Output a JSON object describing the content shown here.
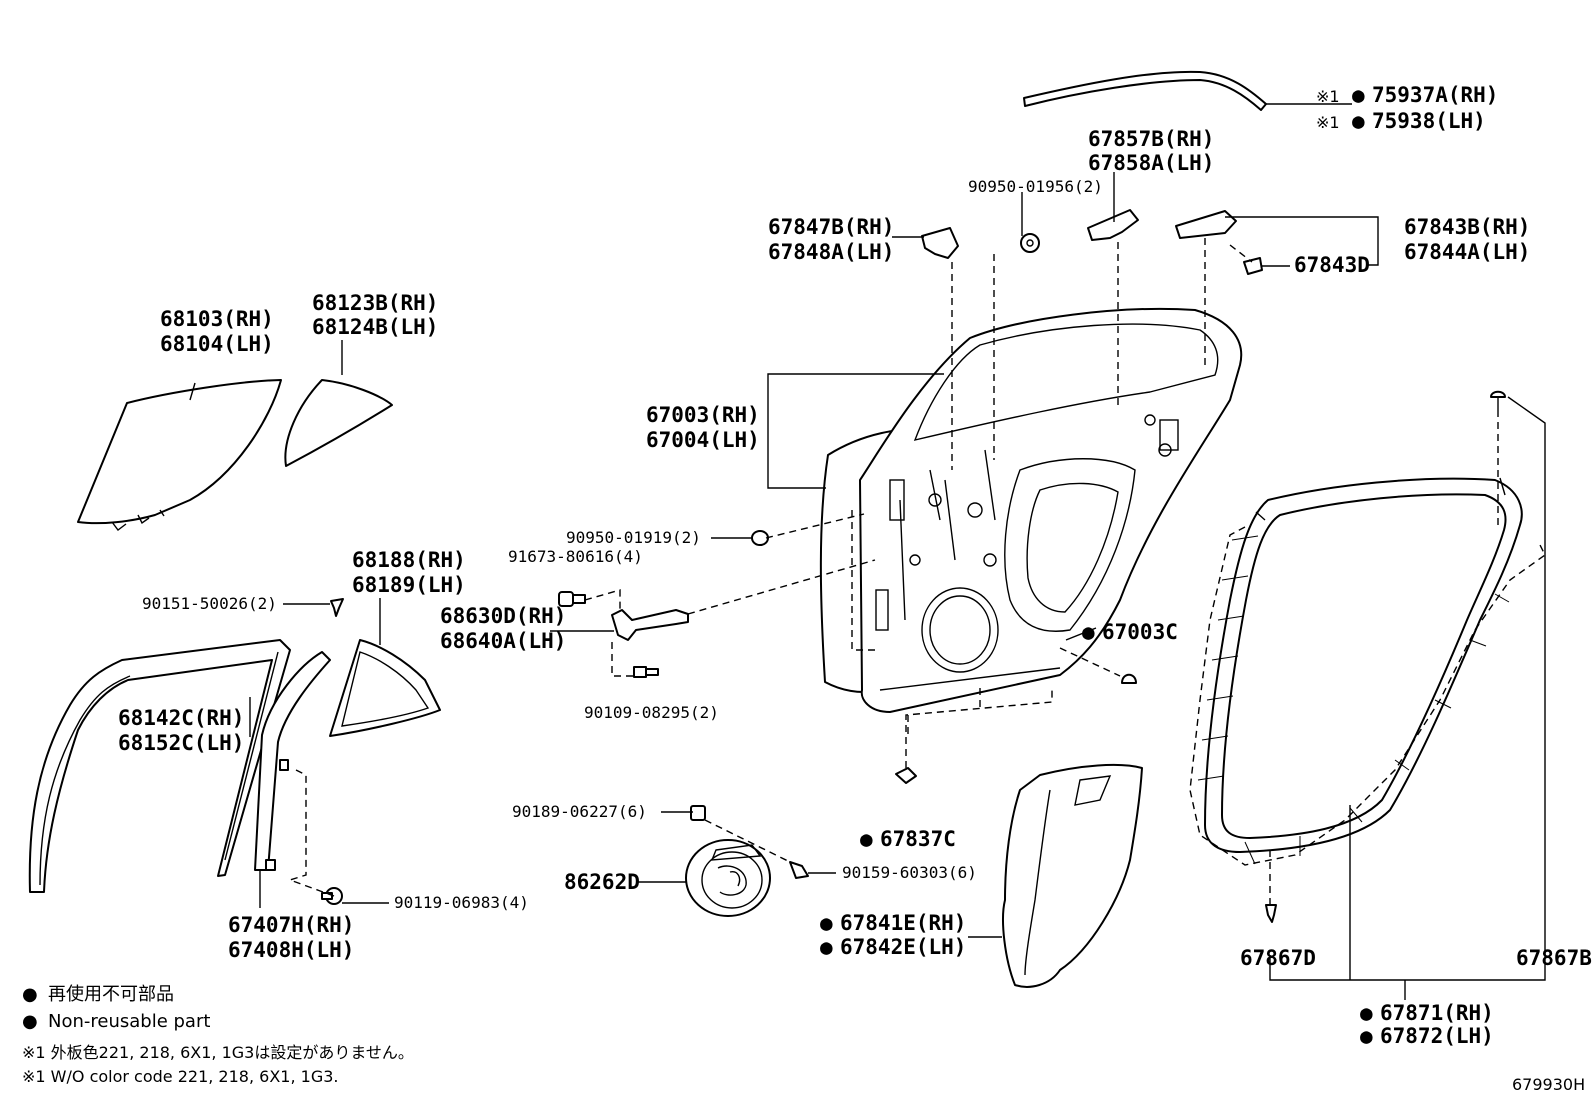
{
  "labels": {
    "l75937a": {
      "bullet": "●",
      "mark": "※1",
      "text": "75937A(RH)"
    },
    "l75938": {
      "bullet": "●",
      "mark": "※1",
      "text": "75938(LH)"
    },
    "l67857b": {
      "text": "67857B(RH)"
    },
    "l67858a": {
      "text": "67858A(LH)"
    },
    "l90950_01956": {
      "text": "90950-01956(2)"
    },
    "l67847b": {
      "text": "67847B(RH)"
    },
    "l67848a": {
      "text": "67848A(LH)"
    },
    "l67843b": {
      "text": "67843B(RH)"
    },
    "l67844a": {
      "text": "67844A(LH)"
    },
    "l67843d": {
      "text": "67843D"
    },
    "l68103": {
      "text": "68103(RH)"
    },
    "l68104": {
      "text": "68104(LH)"
    },
    "l68123b": {
      "text": "68123B(RH)"
    },
    "l68124b": {
      "text": "68124B(LH)"
    },
    "l67003": {
      "text": "67003(RH)"
    },
    "l67004": {
      "text": "67004(LH)"
    },
    "l90950_01919": {
      "text": "90950-01919(2)"
    },
    "l91673": {
      "text": "91673-80616(4)"
    },
    "l68188": {
      "text": "68188(RH)"
    },
    "l68189": {
      "text": "68189(LH)"
    },
    "l90151": {
      "text": "90151-50026(2)"
    },
    "l68630d": {
      "text": "68630D(RH)"
    },
    "l68640a": {
      "text": "68640A(LH)"
    },
    "l67003c": {
      "bullet": "●",
      "text": "67003C"
    },
    "l90109": {
      "text": "90109-08295(2)"
    },
    "l68142c": {
      "text": "68142C(RH)"
    },
    "l68152c": {
      "text": "68152C(LH)"
    },
    "l90189": {
      "text": "90189-06227(6)"
    },
    "l67837c": {
      "bullet": "●",
      "text": "67837C"
    },
    "l86262d": {
      "text": "86262D"
    },
    "l90159": {
      "text": "90159-60303(6)"
    },
    "l90119": {
      "text": "90119-06983(4)"
    },
    "l67407h": {
      "text": "67407H(RH)"
    },
    "l67408h": {
      "text": "67408H(LH)"
    },
    "l67841e": {
      "bullet": "●",
      "text": "67841E(RH)"
    },
    "l67842e": {
      "bullet": "●",
      "text": "67842E(LH)"
    },
    "l67867d": {
      "text": "67867D"
    },
    "l67867b": {
      "text": "67867B"
    },
    "l67871": {
      "bullet": "●",
      "text": "67871(RH)"
    },
    "l67872": {
      "bullet": "●",
      "text": "67872(LH)"
    }
  },
  "legend": {
    "jp_nonreusable": {
      "bullet": "●",
      "text": "再使用不可部品"
    },
    "en_nonreusable": {
      "bullet": "●",
      "text": "Non-reusable part"
    },
    "jp_note1": "※1 外板色221, 218, 6X1, 1G3は設定がありません。",
    "en_note1": "※1 W/O color code 221, 218, 6X1, 1G3."
  },
  "diagram_ref": "679930H"
}
